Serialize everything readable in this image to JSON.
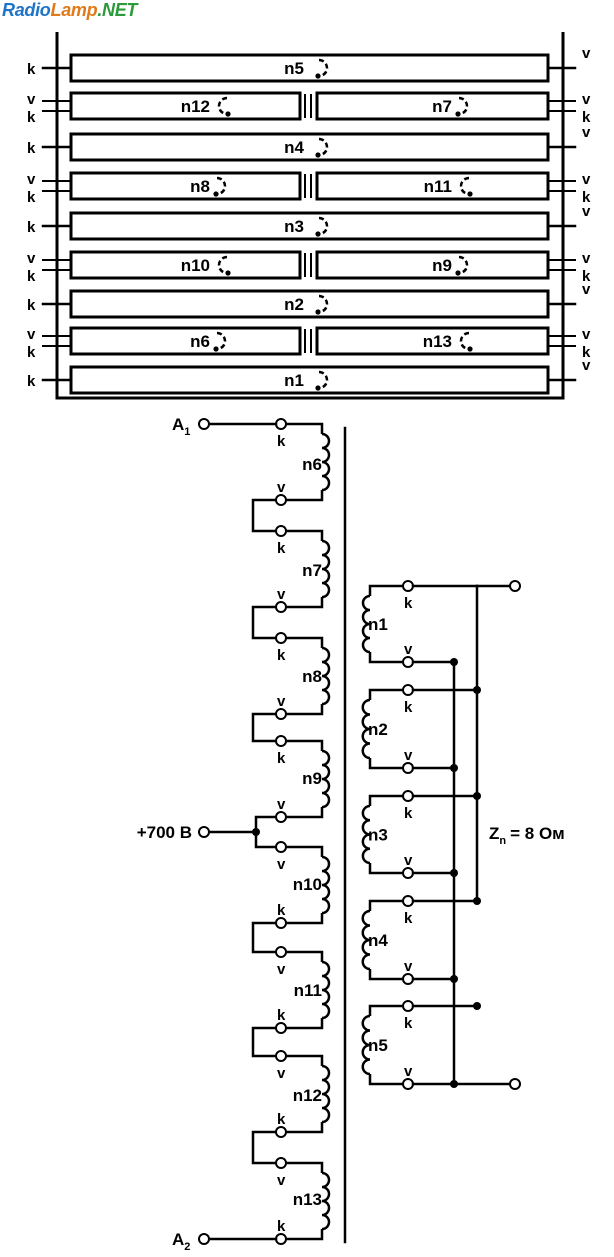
{
  "logo": {
    "part1": "Radio",
    "part2": "Lamp",
    "part3": ".NET"
  },
  "layout_diagram": {
    "full_windings": [
      "n5",
      "n4",
      "n3",
      "n2",
      "n1"
    ],
    "split_rows": [
      {
        "left": "n12",
        "right": "n7"
      },
      {
        "left": "n8",
        "right": "n11"
      },
      {
        "left": "n10",
        "right": "n9"
      },
      {
        "left": "n6",
        "right": "n13"
      }
    ],
    "terminal_start": "v",
    "terminal_end": "k"
  },
  "schematic": {
    "primary_windings": [
      "n6",
      "n7",
      "n8",
      "n9",
      "n10",
      "n11",
      "n12",
      "n13"
    ],
    "secondary_windings": [
      "n1",
      "n2",
      "n3",
      "n4",
      "n5"
    ],
    "anode1": "A",
    "anode1_sub": "1",
    "anode2": "A",
    "anode2_sub": "2",
    "supply": "+700 В",
    "load_prefix": "Z",
    "load_sub": "n",
    "load_value": "= 8 Ом"
  }
}
